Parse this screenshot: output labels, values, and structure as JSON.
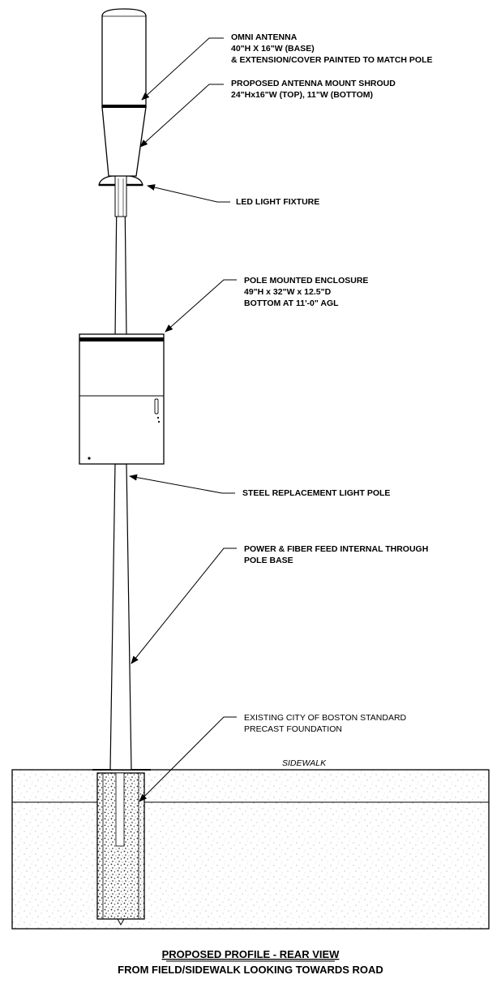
{
  "callouts": {
    "omni_antenna": {
      "line1": "OMNI ANTENNA",
      "line2": "40\"H X 16\"W (BASE)",
      "line3": "& EXTENSION/COVER PAINTED TO MATCH POLE"
    },
    "mount_shroud": {
      "line1": "PROPOSED ANTENNA MOUNT SHROUD",
      "line2": "24\"Hx16\"W (TOP), 11\"W (BOTTOM)"
    },
    "led_fixture": {
      "line1": "LED LIGHT FIXTURE"
    },
    "enclosure": {
      "line1": "POLE MOUNTED ENCLOSURE",
      "line2": "49\"H x 32\"W x 12.5\"D",
      "line3": "BOTTOM AT 11'-0\" AGL"
    },
    "light_pole": {
      "line1": "STEEL REPLACEMENT LIGHT POLE"
    },
    "power_feed": {
      "line1": "POWER & FIBER FEED INTERNAL THROUGH",
      "line2": "POLE BASE"
    },
    "foundation": {
      "line1": "EXISTING CITY OF BOSTON STANDARD",
      "line2": "PRECAST FOUNDATION"
    }
  },
  "ground_label": "SIDEWALK",
  "title": {
    "line1": "PROPOSED PROFILE - REAR VIEW",
    "line2": "FROM FIELD/SIDEWALK LOOKING TOWARDS ROAD"
  }
}
